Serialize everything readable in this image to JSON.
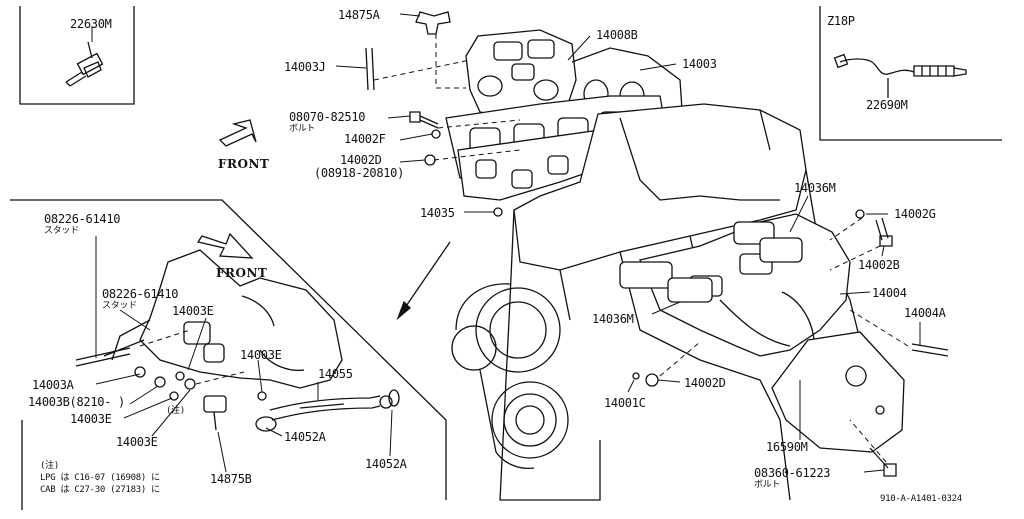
{
  "inset_left": {
    "part": "22630M"
  },
  "inset_right": {
    "variant": "Z18P",
    "part": "22690M"
  },
  "front_labels": [
    "FRONT",
    "FRONT"
  ],
  "labels": {
    "p14875A": "14875A",
    "p14003J": "14003J",
    "p14008B": "14008B",
    "p14003": "14003",
    "p08070": "08070-82510",
    "p08070_sub": "ボルト",
    "p14002F": "14002F",
    "p14002D_top": "14002D",
    "p08918": "(08918-20810)",
    "p14035": "14035",
    "p14036M_top": "14036M",
    "p14002G": "14002G",
    "p14002B": "14002B",
    "p14004": "14004",
    "p14004A": "14004A",
    "p14036M_bot": "14036M",
    "p14002D_bot": "14002D",
    "p14001C": "14001C",
    "p16590M": "16590M",
    "p08360": "08360-61223",
    "p08360_sub": "ボルト",
    "p08226_a": "08226-61410",
    "p08226_a_sub": "スタッド",
    "p08226_b": "08226-61410",
    "p08226_b_sub": "スタッド",
    "p14003E_a": "14003E",
    "p14003E_b": "14003E",
    "p14003E_c": "14003E",
    "p14003E_d": "14003E",
    "p14003A": "14003A",
    "p14003B": "14003B(8210-  )",
    "p14055": "14055",
    "p14052A_a": "14052A",
    "p14052A_b": "14052A",
    "p14875B": "14875B",
    "note_mark": "(注)"
  },
  "notes": {
    "head": "(注)",
    "line1": "LPG は C16-07 (16908) に",
    "line2": "CAB は C27-30 (27183) に"
  },
  "ref_code": "910-A-A1401-0324"
}
